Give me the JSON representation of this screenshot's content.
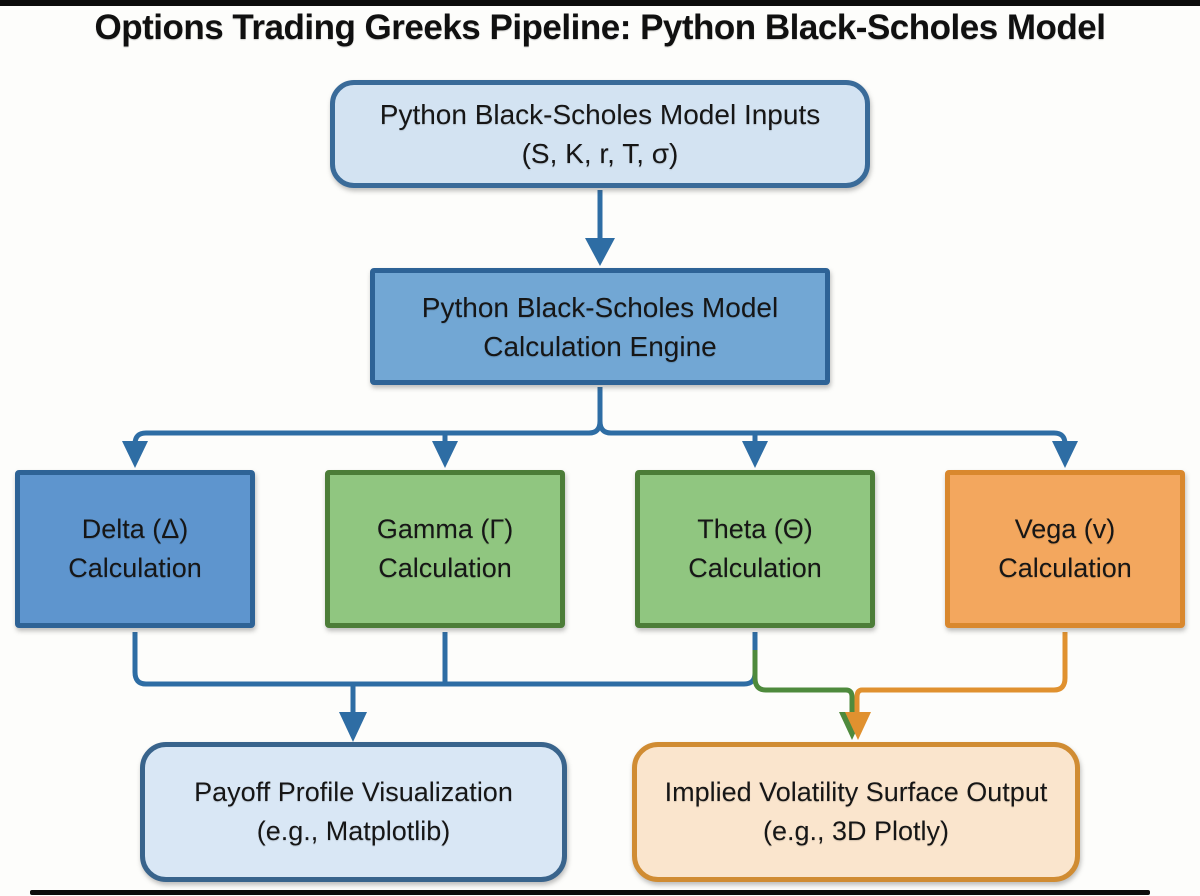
{
  "title": "Options Trading Greeks Pipeline: Python Black-Scholes Model",
  "nodes": {
    "inputs": {
      "line1": "Python Black-Scholes Model Inputs",
      "line2": "(S, K, r, T, σ)"
    },
    "engine": {
      "line1": "Python Black-Scholes Model",
      "line2": "Calculation Engine"
    },
    "delta": {
      "line1": "Delta (Δ)",
      "line2": "Calculation"
    },
    "gamma": {
      "line1": "Gamma (Γ)",
      "line2": "Calculation"
    },
    "theta": {
      "line1": "Theta (Θ)",
      "line2": "Calculation"
    },
    "vega": {
      "line1": "Vega (v)",
      "line2": "Calculation"
    },
    "payoff": {
      "line1": "Payoff Profile Visualization",
      "line2": "(e.g., Matplotlib)"
    },
    "ivsurf": {
      "line1": "Implied Volatility Surface Output",
      "line2": "(e.g., 3D Plotly)"
    }
  },
  "colors": {
    "canvas_bg": "#fdfdfb",
    "title_text": "#101010",
    "box_text": "#161616",
    "conn_blue": "#2e6da4",
    "conn_green": "#4e8a3c",
    "conn_orange": "#e0912f",
    "inputs_fill": "#d3e3f2",
    "inputs_border": "#3a6b99",
    "engine_fill": "#72a7d4",
    "engine_border": "#2e6396",
    "delta_fill": "#5e95ce",
    "delta_border": "#2e6396",
    "green_fill": "#90c680",
    "green_border": "#4c7d38",
    "vega_fill": "#f3a75e",
    "vega_border": "#d9882e",
    "payoff_fill": "#d9e7f5",
    "payoff_border": "#39648c",
    "iv_fill": "#fae5cd",
    "iv_border": "#d08c33"
  }
}
